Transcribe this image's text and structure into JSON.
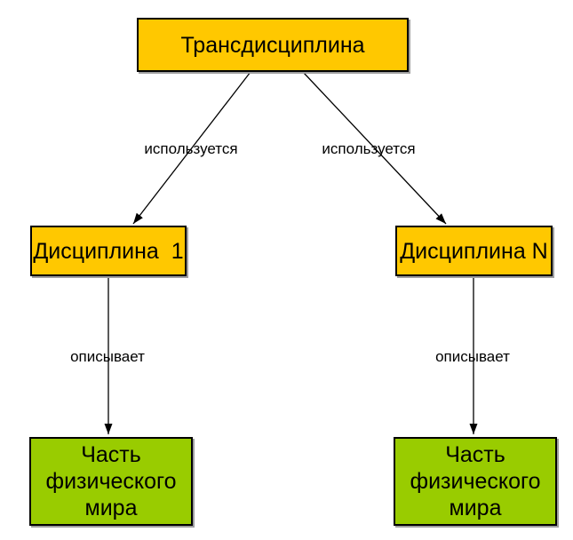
{
  "diagram": {
    "colors": {
      "node_yellow": "#FFC800",
      "node_green": "#99CC00",
      "border": "#000000",
      "arrow": "#000000",
      "background": "#FFFFFF"
    },
    "nodes": {
      "transdiscipline": {
        "label": "Трансдисциплина"
      },
      "discipline1": {
        "label": "Дисциплина  1"
      },
      "disciplineN": {
        "label": "Дисциплина N"
      },
      "worldPart1": {
        "label": "Часть физического мира"
      },
      "worldPartN": {
        "label": "Часть физического мира"
      }
    },
    "edges": {
      "uses1": {
        "label": "используется"
      },
      "usesN": {
        "label": "используется"
      },
      "describes1": {
        "label": "описывает"
      },
      "describesN": {
        "label": "описывает"
      }
    }
  }
}
